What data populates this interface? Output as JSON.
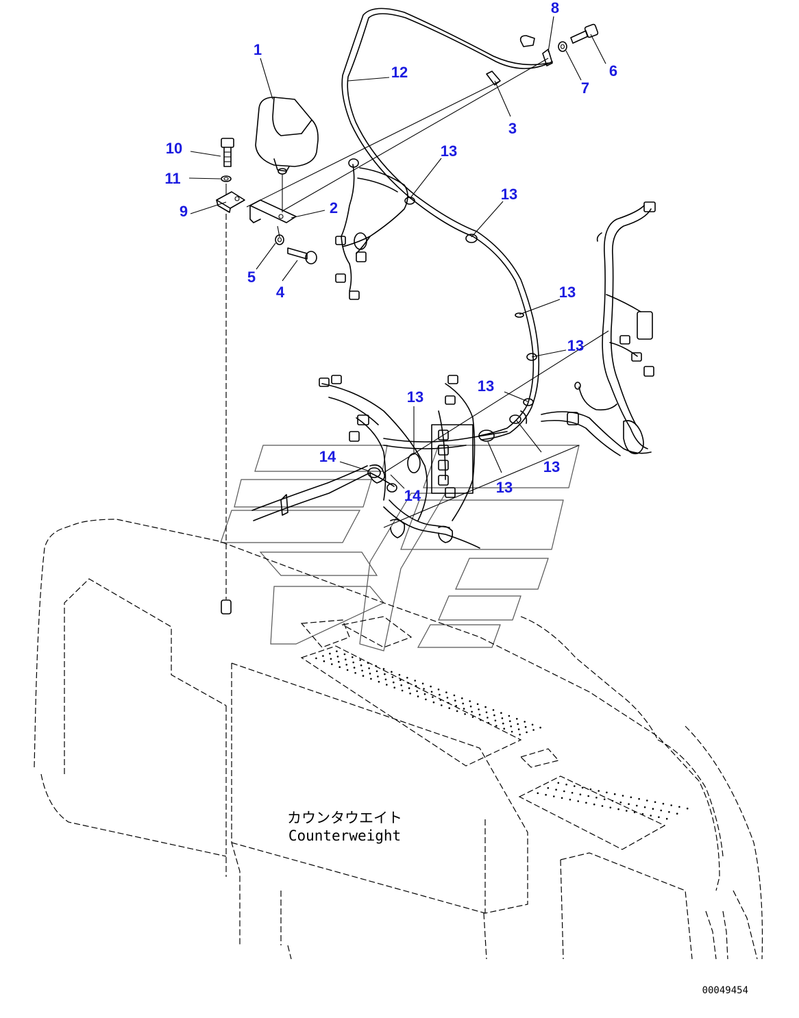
{
  "diagram": {
    "callouts": [
      {
        "id": "1",
        "part": "lamp"
      },
      {
        "id": "2",
        "part": "bracket"
      },
      {
        "id": "3",
        "part": "clip"
      },
      {
        "id": "4",
        "part": "bolt"
      },
      {
        "id": "5",
        "part": "washer"
      },
      {
        "id": "6",
        "part": "bolt"
      },
      {
        "id": "7",
        "part": "washer"
      },
      {
        "id": "8",
        "part": "clamp"
      },
      {
        "id": "9",
        "part": "plate"
      },
      {
        "id": "10",
        "part": "bolt"
      },
      {
        "id": "11",
        "part": "washer"
      },
      {
        "id": "12",
        "part": "harness"
      },
      {
        "id": "13",
        "part": "band"
      },
      {
        "id": "14",
        "part": "clip"
      }
    ],
    "component_label_jp": "カウンタウエイト",
    "component_label_en": "Counterweight",
    "document_id": "00049454",
    "colors": {
      "line": "#000000",
      "callout": "#1b1be0",
      "watermark": "#555555"
    }
  }
}
